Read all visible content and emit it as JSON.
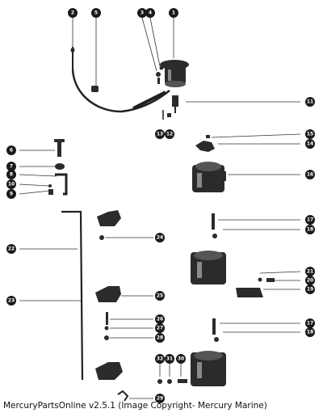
{
  "footer": {
    "caption": "MercuryPartsOnline v2.5.1 (Image Copyright- Mercury Marine)"
  },
  "callouts": [
    {
      "id": "c2",
      "number": "2"
    },
    {
      "id": "c5",
      "number": "5"
    },
    {
      "id": "c3",
      "number": "3"
    },
    {
      "id": "c4",
      "number": "4"
    },
    {
      "id": "c1",
      "number": "1"
    },
    {
      "id": "c11",
      "number": "11"
    },
    {
      "id": "c13",
      "number": "13"
    },
    {
      "id": "c12",
      "number": "12"
    },
    {
      "id": "c15",
      "number": "15"
    },
    {
      "id": "c14a",
      "number": "14"
    },
    {
      "id": "c16",
      "number": "16"
    },
    {
      "id": "c6",
      "number": "6"
    },
    {
      "id": "c7",
      "number": "7"
    },
    {
      "id": "c8",
      "number": "8"
    },
    {
      "id": "c10",
      "number": "10"
    },
    {
      "id": "c9",
      "number": "9"
    },
    {
      "id": "c17a",
      "number": "17"
    },
    {
      "id": "c18a",
      "number": "18"
    },
    {
      "id": "c22",
      "number": "22"
    },
    {
      "id": "c24",
      "number": "24"
    },
    {
      "id": "c21",
      "number": "21"
    },
    {
      "id": "c20",
      "number": "20"
    },
    {
      "id": "c19",
      "number": "19"
    },
    {
      "id": "c23",
      "number": "23"
    },
    {
      "id": "c25",
      "number": "25"
    },
    {
      "id": "c26",
      "number": "26"
    },
    {
      "id": "c27",
      "number": "27"
    },
    {
      "id": "c28",
      "number": "28"
    },
    {
      "id": "c17b",
      "number": "17"
    },
    {
      "id": "c18b",
      "number": "18"
    },
    {
      "id": "c32",
      "number": "32"
    },
    {
      "id": "c31",
      "number": "31"
    },
    {
      "id": "c30",
      "number": "30"
    },
    {
      "id": "c29",
      "number": "29"
    }
  ]
}
